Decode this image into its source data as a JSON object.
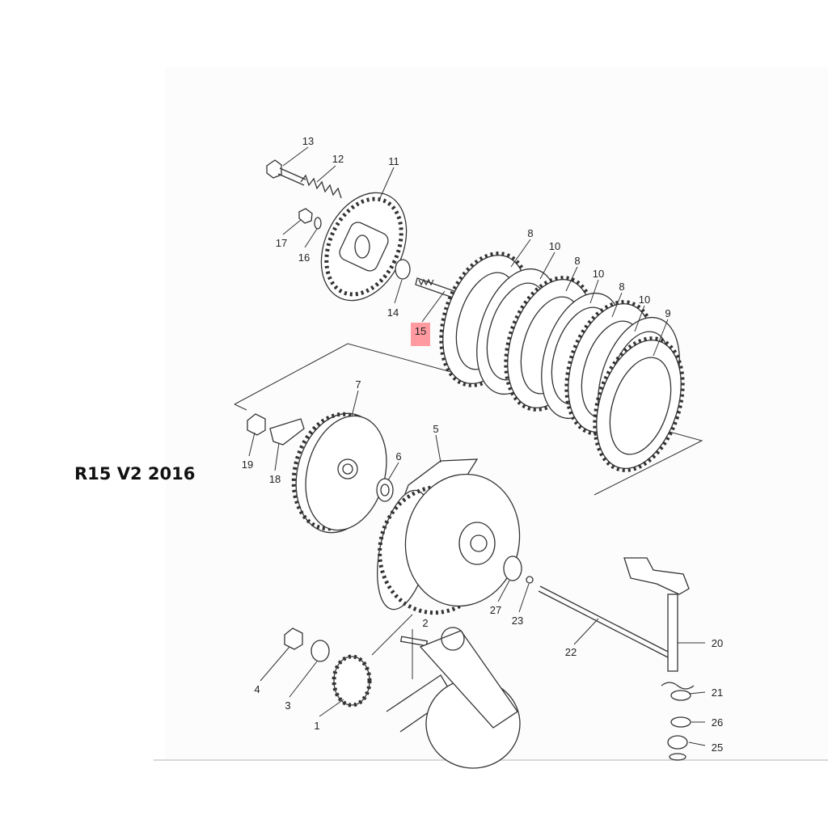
{
  "title": "R15 V2 2016",
  "highlight_color": "#ff9aa0",
  "highlighted_part": "15",
  "callouts": {
    "c13": "13",
    "c12": "12",
    "c11": "11",
    "c17": "17",
    "c16": "16",
    "c14": "14",
    "c15": "15",
    "c8a": "8",
    "c10a": "10",
    "c8b": "8",
    "c10b": "10",
    "c8c": "8",
    "c10c": "10",
    "c9": "9",
    "c7": "7",
    "c5": "5",
    "c6": "6",
    "c19": "19",
    "c18": "18",
    "c27": "27",
    "c23": "23",
    "c22": "22",
    "c20": "20",
    "c21": "21",
    "c26": "26",
    "c25": "25",
    "c2": "2",
    "c4": "4",
    "c3": "3",
    "c1": "1"
  }
}
